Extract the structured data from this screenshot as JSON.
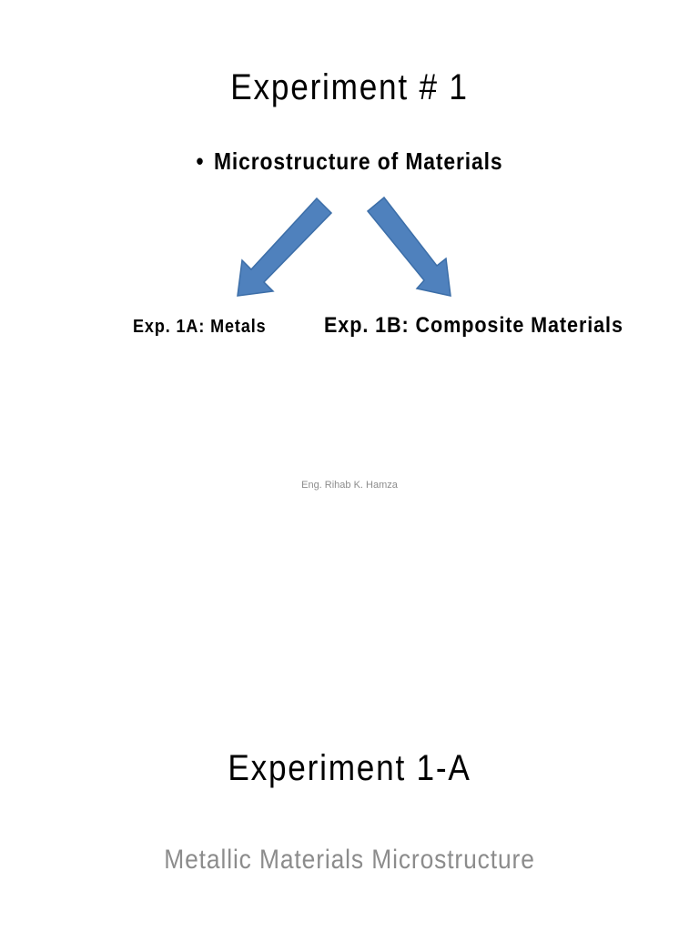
{
  "slide1": {
    "title": "Experiment # 1",
    "bullet": "Microstructure of Materials",
    "branches": {
      "left": "Exp. 1A: Metals",
      "right": "Exp. 1B: Composite Materials"
    },
    "footer": "Eng. Rihab K. Hamza",
    "arrow_color": "#4F81BD",
    "arrow_border": "#3C6EA8"
  },
  "slide2": {
    "title": "Experiment 1-A",
    "subtitle": "Metallic Materials Microstructure",
    "subtitle_color": "#8c8c8c"
  }
}
